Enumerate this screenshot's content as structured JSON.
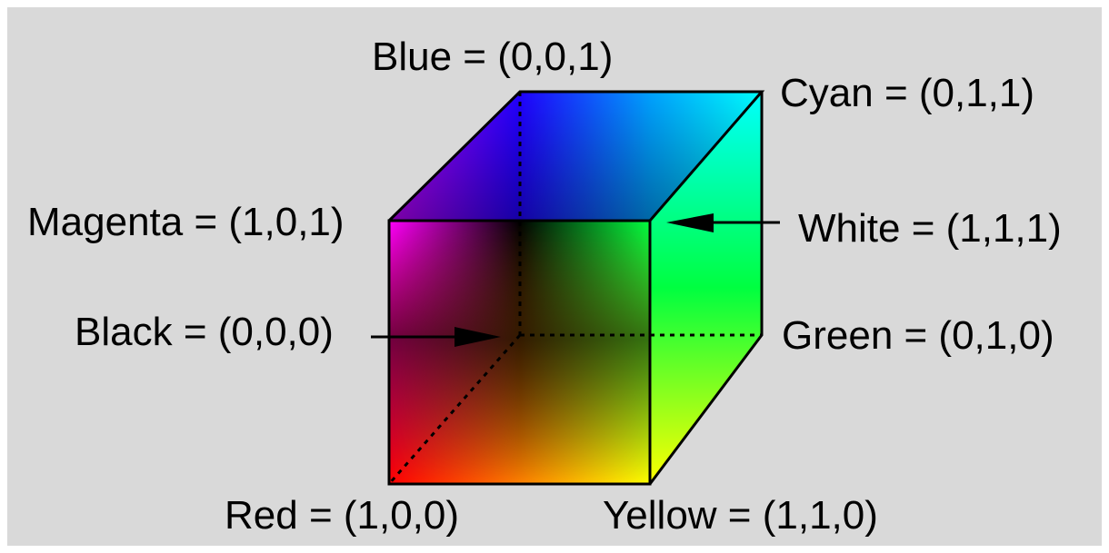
{
  "labels": {
    "blue": "Blue = (0,0,1)",
    "cyan": "Cyan = (0,1,1)",
    "magenta": "Magenta = (1,0,1)",
    "white": "White = (1,1,1)",
    "black": "Black = (0,0,0)",
    "green": "Green = (0,1,0)",
    "red": "Red = (1,0,0)",
    "yellow": "Yellow = (1,1,0)"
  },
  "colors": {
    "background": "#d9d9d9",
    "black": "#000000",
    "red": "#ff0000",
    "green": "#00ff00",
    "blue": "#0000ff",
    "yellow": "#ffff00",
    "cyan": "#00ffff",
    "magenta": "#ff00ff",
    "white": "#ffffff"
  }
}
